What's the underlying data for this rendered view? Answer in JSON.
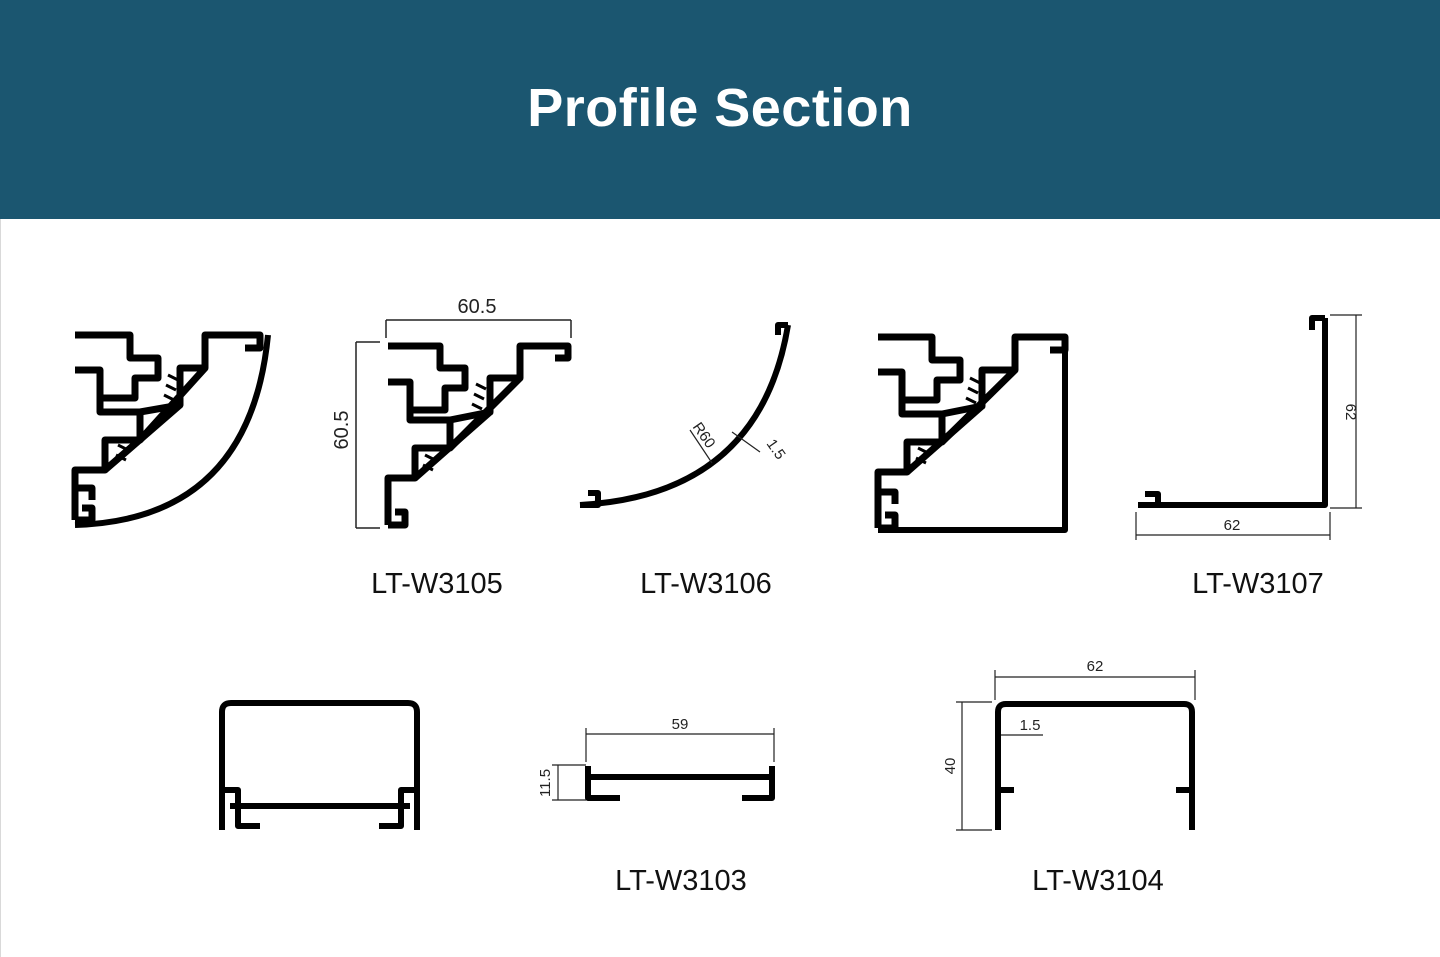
{
  "header": {
    "title": "Profile Section",
    "background": "#1b5670"
  },
  "profiles": [
    {
      "id": "LT-W3105",
      "label": "LT-W3105",
      "dimensions": {
        "width": "60.5",
        "height": "60.5"
      }
    },
    {
      "id": "LT-W3106",
      "label": "LT-W3106",
      "dimensions": {
        "radius": "R60",
        "thickness": "1.5"
      }
    },
    {
      "id": "LT-W3107",
      "label": "LT-W3107",
      "dimensions": {
        "width": "62",
        "height": "62"
      }
    },
    {
      "id": "LT-W3103",
      "label": "LT-W3103",
      "dimensions": {
        "width": "59",
        "height": "11.5"
      }
    },
    {
      "id": "LT-W3104",
      "label": "LT-W3104",
      "dimensions": {
        "width": "62",
        "height": "40",
        "thickness": "1.5"
      }
    }
  ]
}
